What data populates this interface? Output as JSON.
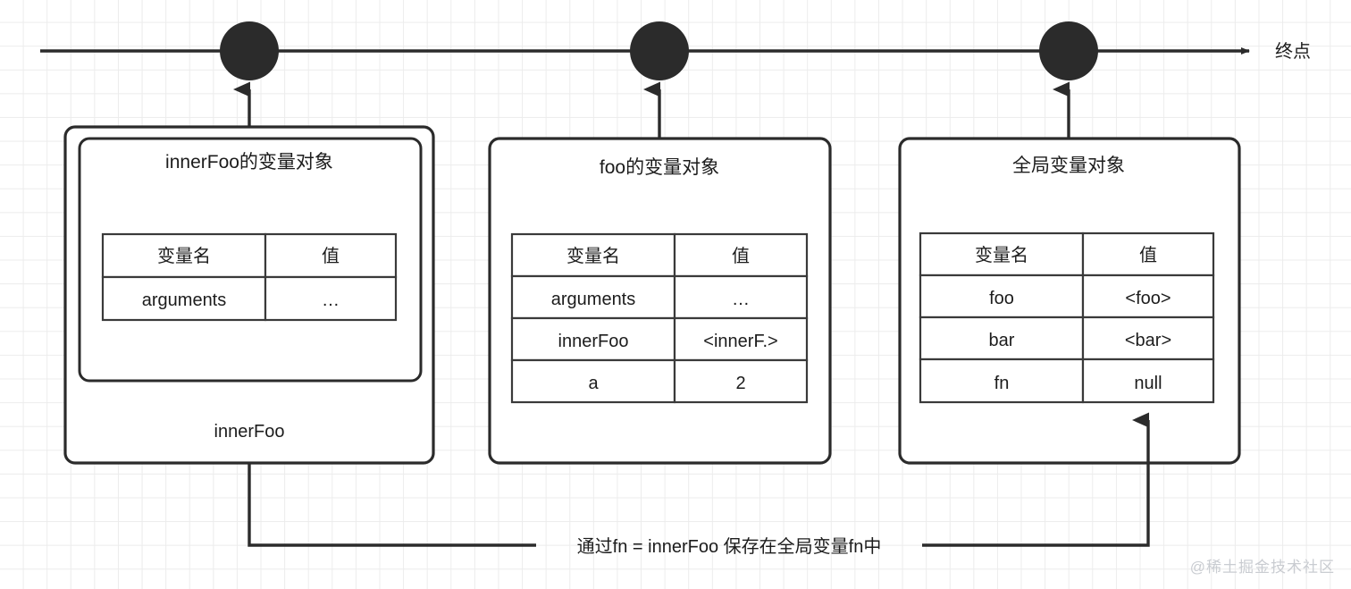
{
  "timeline": {
    "end_label": "终点",
    "nodes": [
      "node-innerfoo",
      "node-foo",
      "node-global"
    ]
  },
  "boxes": [
    {
      "id": "innerfoo-scope",
      "title": "innerFoo的变量对象",
      "footer_label": "innerFoo",
      "table": {
        "headers": [
          "变量名",
          "值"
        ],
        "rows": [
          [
            "arguments",
            "…"
          ]
        ]
      }
    },
    {
      "id": "foo-scope",
      "title": "foo的变量对象",
      "footer_label": "",
      "table": {
        "headers": [
          "变量名",
          "值"
        ],
        "rows": [
          [
            "arguments",
            "…"
          ],
          [
            "innerFoo",
            "<innerF.>"
          ],
          [
            "a",
            "2"
          ]
        ]
      }
    },
    {
      "id": "global-scope",
      "title": "全局变量对象",
      "footer_label": "",
      "table": {
        "headers": [
          "变量名",
          "值"
        ],
        "rows": [
          [
            "foo",
            "<foo>"
          ],
          [
            "bar",
            "<bar>"
          ],
          [
            "fn",
            "null"
          ]
        ]
      }
    }
  ],
  "annotation": {
    "text": "通过fn = innerFoo 保存在全局变量fn中"
  },
  "watermark": {
    "text": "@稀土掘金技术社区"
  },
  "colors": {
    "ink": "#2b2b2b",
    "grid": "#ececec",
    "watermark": "#c9ccd1"
  }
}
